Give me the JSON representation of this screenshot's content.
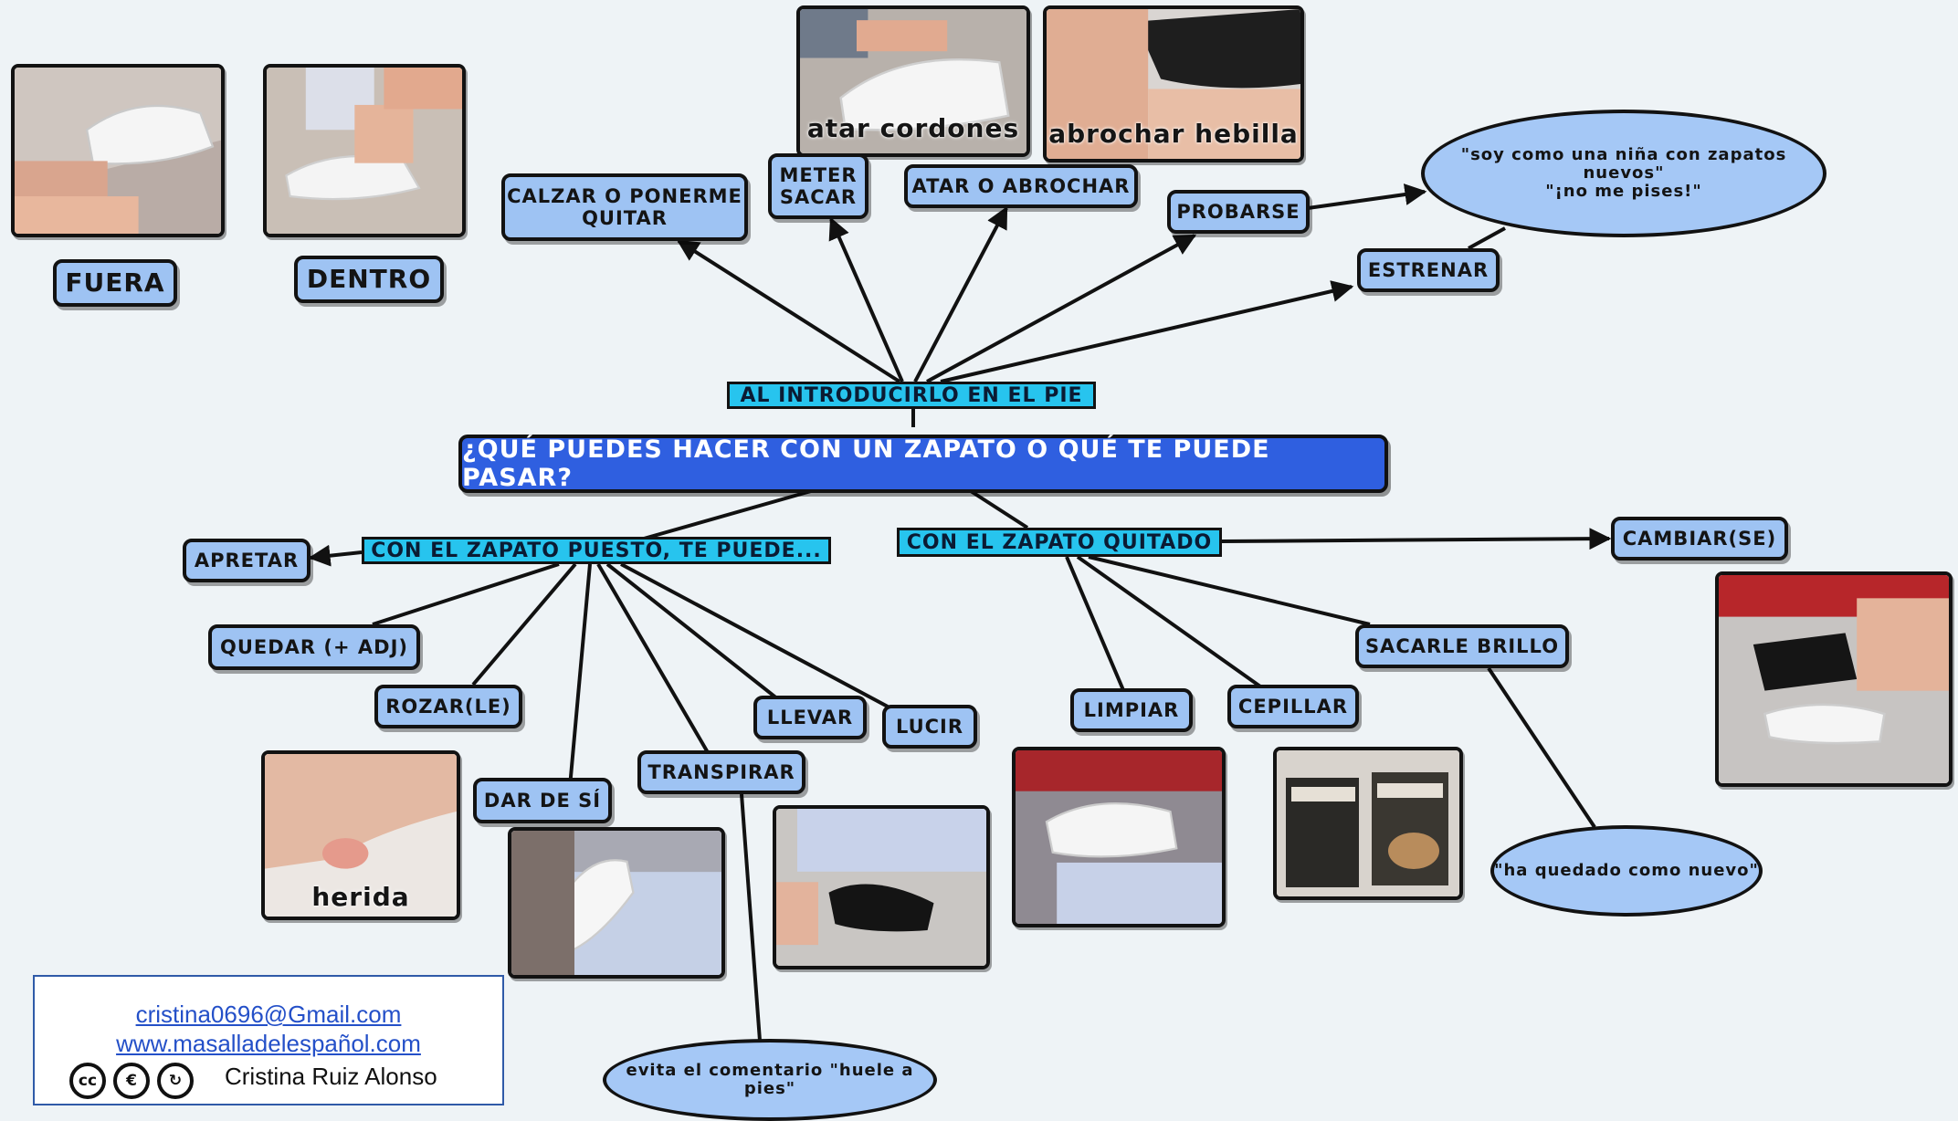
{
  "central": "¿QUÉ PUEDES HACER CON UN ZAPATO O QUÉ TE PUEDE PASAR?",
  "bands": {
    "introducirlo": "AL INTRODUCIRLO EN EL PIE",
    "puesto": "CON EL ZAPATO PUESTO, TE PUEDE...",
    "quitado": "CON EL ZAPATO QUITADO"
  },
  "nodes": {
    "fuera": "FUERA",
    "dentro": "DENTRO",
    "calzar": "CALZAR O PONERME\nQUITAR",
    "meter_sacar": "METER\nSACAR",
    "atar_abrochar": "ATAR O ABROCHAR",
    "probarse": "PROBARSE",
    "estrenar": "ESTRENAR",
    "apretar": "APRETAR",
    "quedar": "QUEDAR (+ ADJ)",
    "rozar": "ROZAR(LE)",
    "dar_de_si": "DAR DE SÍ",
    "transpirar": "TRANSPIRAR",
    "llevar": "LLEVAR",
    "lucir": "LUCIR",
    "cambiar": "CAMBIAR(SE)",
    "limpiar": "LIMPIAR",
    "cepillar": "CEPILLAR",
    "sacarle_brillo": "SACARLE BRILLO"
  },
  "ellipses": {
    "nina": "\"soy como una niña con zapatos nuevos\"\n\"¡no me pises!\"",
    "nuevo": "\"ha quedado como nuevo\"",
    "huele": "evita el comentario \"huele a pies\""
  },
  "photo_captions": {
    "atar_cordones": "atar cordones",
    "abrochar_hebilla": "abrochar hebilla",
    "herida": "herida"
  },
  "credits": {
    "email": "cristina0696@Gmail.com",
    "website": "www.masalladelespañol.com",
    "author": "Cristina Ruiz Alonso",
    "license_icons": [
      "cc-icon",
      "non-commercial-icon",
      "share-alike-icon"
    ]
  },
  "colors": {
    "background": "#eef3f6",
    "node": "#9ec3f3",
    "central": "#2f5fe0",
    "band": "#27c4ee",
    "ellipse": "#a5c8f6"
  }
}
